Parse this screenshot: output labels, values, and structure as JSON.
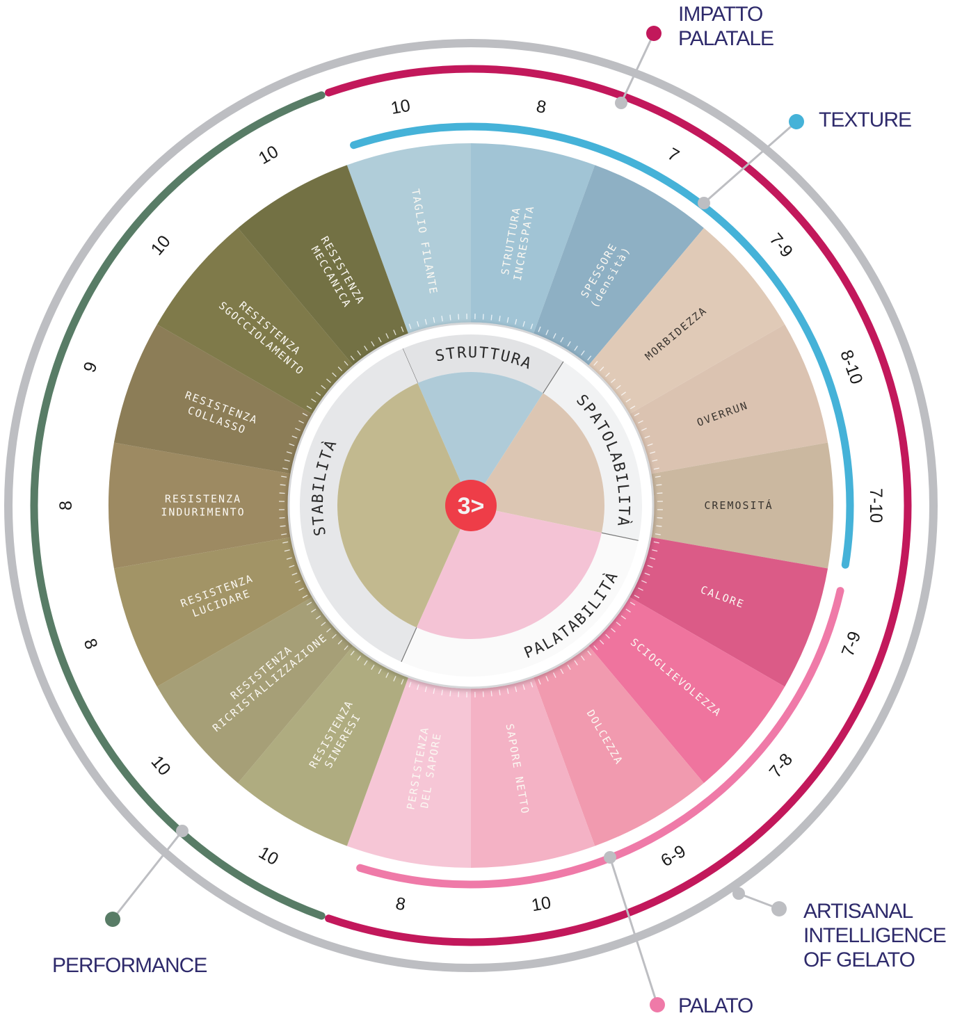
{
  "logo": "3>",
  "segments": [
    {
      "label": [
        "TAGLIO FILANTE"
      ],
      "value": "10",
      "color": "#b0cdd9",
      "text": "light"
    },
    {
      "label": [
        "STRUTTURA",
        "INCRESPATA"
      ],
      "value": "8",
      "color": "#a1c4d5",
      "text": "light"
    },
    {
      "label": [
        "SPESSORE",
        "(densità)"
      ],
      "value": "7",
      "color": "#8eb0c4",
      "text": "light"
    },
    {
      "label": [
        "MORBIDEZZA"
      ],
      "value": "7-9",
      "color": "#e0cab7",
      "text": "dark"
    },
    {
      "label": [
        "OVERRUN"
      ],
      "value": "8-10",
      "color": "#dbc3b1",
      "text": "dark"
    },
    {
      "label": [
        "CREMOSITÁ"
      ],
      "value": "7-10",
      "color": "#cbb8a0",
      "text": "dark"
    },
    {
      "label": [
        "CALORE"
      ],
      "value": "7-9",
      "color": "#db5b87",
      "text": "light"
    },
    {
      "label": [
        "SCIOGLIEVOLEZZA"
      ],
      "value": "7-8",
      "color": "#ef749e",
      "text": "light"
    },
    {
      "label": [
        "DOLCEZZA"
      ],
      "value": "6-9",
      "color": "#f19aaf",
      "text": "light"
    },
    {
      "label": [
        "SAPORE NETTO"
      ],
      "value": "10",
      "color": "#f4b2c5",
      "text": "light"
    },
    {
      "label": [
        "PERSISTENZA",
        "DEL SAPORE"
      ],
      "value": "8",
      "color": "#f6c6d6",
      "text": "light"
    },
    {
      "label": [
        "RESISTENZA",
        "SINERESI"
      ],
      "value": "10",
      "color": "#afac80",
      "text": "light"
    },
    {
      "label": [
        "RESISTENZA",
        "RICRISTALLIZZAZIONE"
      ],
      "value": "10",
      "color": "#a69f77",
      "text": "light"
    },
    {
      "label": [
        "RESISTENZA",
        "LUCIDARE"
      ],
      "value": "8",
      "color": "#a29466",
      "text": "light"
    },
    {
      "label": [
        "RESISTENZA",
        "INDURIMENTO"
      ],
      "value": "8",
      "color": "#9d8a62",
      "text": "light"
    },
    {
      "label": [
        "RESISTENZA",
        "COLLASSO"
      ],
      "value": "9",
      "color": "#8c7d57",
      "text": "light"
    },
    {
      "label": [
        "RESISTENZA",
        "SGOCCIOLAMENTO"
      ],
      "value": "10",
      "color": "#7f7a4a",
      "text": "light"
    },
    {
      "label": [
        "RESISTENZA",
        "MECCANICA"
      ],
      "value": "10",
      "color": "#737144",
      "text": "light"
    }
  ],
  "categories": [
    {
      "label": "STRUTTURA",
      "color": "#afcbd8"
    },
    {
      "label": "SPATOLABILITÀ",
      "color": "#dcc6b3"
    },
    {
      "label": "PALATABILITÀ",
      "color": "#f4c3d5"
    },
    {
      "label": "STABILITÀ",
      "color": "#c2b98f"
    }
  ],
  "legend": [
    {
      "label": [
        "IMPATTO",
        "PALATALE"
      ],
      "color": "#c2185b"
    },
    {
      "label": [
        "TEXTURE"
      ],
      "color": "#45b2d8"
    },
    {
      "label": [
        "ARTISANAL",
        "INTELLIGENCE",
        "OF GELATO"
      ],
      "color": "#bdbec2"
    },
    {
      "label": [
        "PALATO"
      ],
      "color": "#ef7aa8"
    },
    {
      "label": [
        "PERFORMANCE"
      ],
      "color": "#587c66"
    }
  ]
}
